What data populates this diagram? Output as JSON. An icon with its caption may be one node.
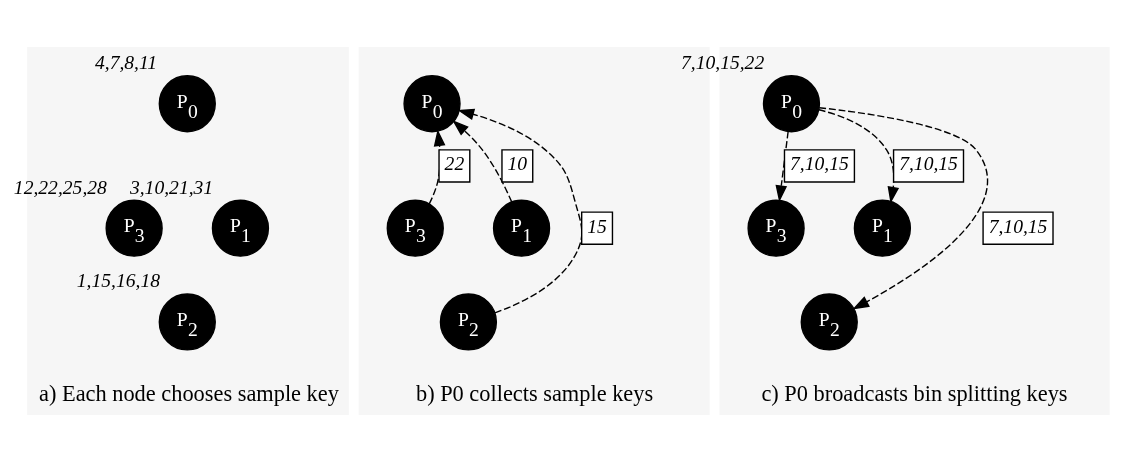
{
  "diagram": {
    "nodes": [
      {
        "text": [
          "a) Each node chooses sample key"
        ]
      },
      {
        "text": [
          "P$_{0}$"
        ],
        "in": 0,
        "beside": [
          "4,7,8,11"
        ]
      },
      {
        "text": [
          "P$_{3}$"
        ],
        "in": 0,
        "beside": [
          "12,22,25,28"
        ]
      },
      {
        "text": [
          "P$_{1}$"
        ],
        "in": 0,
        "beside": [
          "3,10,21,31"
        ]
      },
      {
        "text": [
          "P$_{2}$"
        ],
        "in": 0,
        "beside": [
          "1,15,16,18"
        ]
      },
      {
        "text": [
          "b) P0 collects sample keys"
        ]
      },
      {
        "text": [
          "P$_{0}$"
        ],
        "in": 5
      },
      {
        "text": [
          "P$_{3}$"
        ],
        "in": 5
      },
      {
        "text": [
          "P$_{1}$"
        ],
        "in": 5
      },
      {
        "text": [
          "P$_{2}$"
        ],
        "in": 5
      },
      {
        "text": [
          "c) P0 broadcasts bin splitting keys"
        ]
      },
      {
        "text": [
          "P$_{0}$"
        ],
        "in": 10,
        "beside": [
          "7,10,15,22"
        ]
      },
      {
        "text": [
          "P$_{3}$"
        ],
        "in": 10
      },
      {
        "text": [
          "P$_{1}$"
        ],
        "in": 10
      },
      {
        "text": [
          "P$_{2}$"
        ],
        "in": 10
      }
    ],
    "edges": [
      {
        "from": 7,
        "to": 6,
        "arrow": "to",
        "style": "dashed",
        "label": "22"
      },
      {
        "from": 9,
        "to": 6,
        "arrow": "to",
        "style": "dashed",
        "label": "15"
      },
      {
        "from": 8,
        "to": 6,
        "arrow": "to",
        "style": "dashed",
        "label": "10"
      },
      {
        "from": 11,
        "to": 12,
        "arrow": "to",
        "style": "dashed",
        "label": "7,10,15"
      },
      {
        "from": 11,
        "to": 14,
        "arrow": "to",
        "style": "dashed",
        "label": "7,10,15"
      },
      {
        "from": 11,
        "to": 13,
        "arrow": "to",
        "style": "dashed",
        "label": "7,10,15"
      }
    ]
  }
}
